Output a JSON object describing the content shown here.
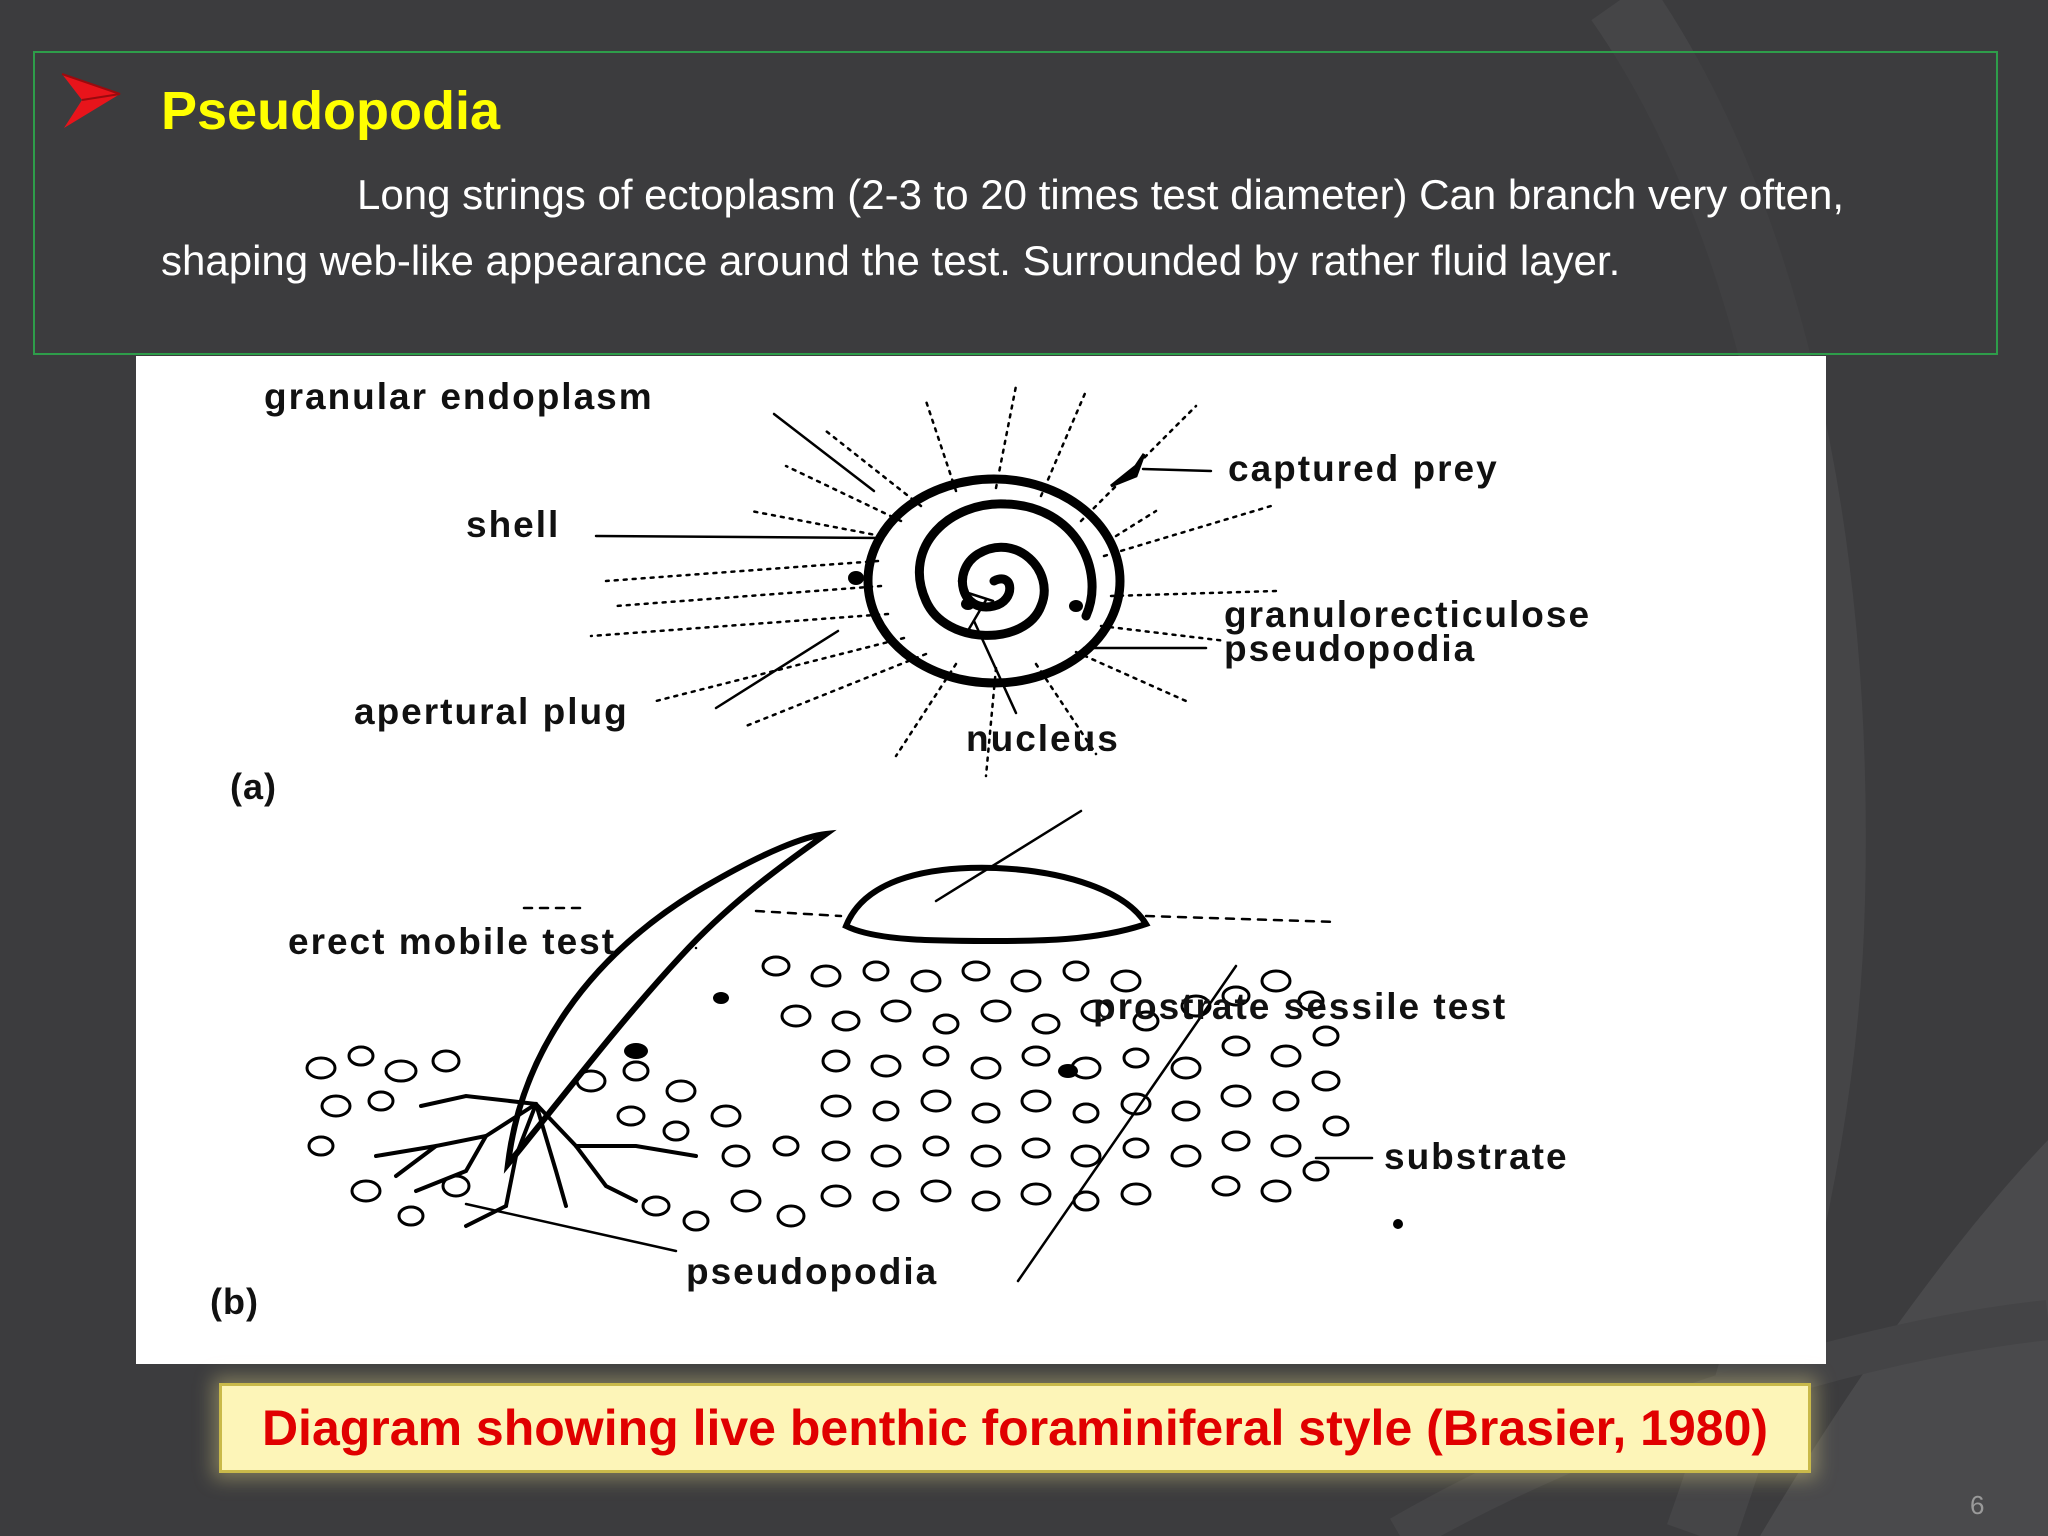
{
  "slide": {
    "heading": "Pseudopodia",
    "body": "Long strings of ectoplasm (2-3 to 20 times test diameter) Can branch very often, shaping web-like appearance around the test. Surrounded by rather fluid layer.",
    "page_number": "6"
  },
  "figure": {
    "panel_a": {
      "panel_label": "(a)",
      "labels": {
        "granular_endoplasm": "granular endoplasm",
        "shell": "shell",
        "captured_prey": "captured prey",
        "granulorecticulose": "granulorecticulose",
        "pseudopodia": "pseudopodia",
        "apertural_plug": "apertural plug",
        "nucleus": "nucleus"
      }
    },
    "panel_b": {
      "panel_label": "(b)",
      "labels": {
        "erect_mobile_test": "erect mobile test",
        "prostrate_sessile_test": "prostrate sessile test",
        "substrate": "substrate",
        "pseudopodia": "pseudopodia"
      }
    }
  },
  "caption": "Diagram showing live benthic foraminiferal style (Brasier, 1980)",
  "colors": {
    "background": "#3c3c3e",
    "heading": "#ffff00",
    "bullet": "#e8141b",
    "box_border": "#2e9d4a",
    "caption_text": "#e00000",
    "caption_bg": "#fdf5b8"
  },
  "icons": {
    "bullet": "arrow-bullet-icon"
  }
}
